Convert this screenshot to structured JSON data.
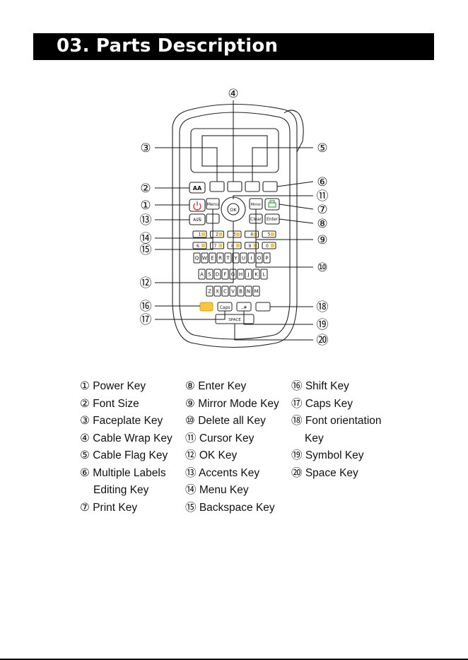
{
  "header": {
    "title": "03. Parts Description"
  },
  "callouts": [
    "①",
    "②",
    "③",
    "④",
    "⑤",
    "⑥",
    "⑦",
    "⑧",
    "⑨",
    "⑩",
    "⑪",
    "⑫",
    "⑬",
    "⑭",
    "⑮",
    "⑯",
    "⑰",
    "⑱",
    "⑲",
    "⑳"
  ],
  "keys": {
    "menu": "Menu",
    "ok": "OK",
    "mirror": "Mirror",
    "clear": "Clear",
    "enter": "Enter",
    "accents": "AšÑ",
    "font_size": "AA",
    "caps": "Caps",
    "symbol": ".,#",
    "space": "SPACE",
    "numbers": [
      "1",
      "2",
      "3",
      "4",
      "5",
      "6",
      "7",
      "8",
      "9",
      "0"
    ],
    "row_q": [
      "Q",
      "W",
      "E",
      "R",
      "T",
      "Y",
      "U",
      "I",
      "O",
      "P"
    ],
    "row_a": [
      "A",
      "S",
      "D",
      "F",
      "G",
      "H",
      "J",
      "K",
      "L"
    ],
    "row_z": [
      "Z",
      "X",
      "C",
      "V",
      "B",
      "N",
      "M"
    ]
  },
  "legend": {
    "col1": [
      {
        "num": "①",
        "label": "Power Key"
      },
      {
        "num": "②",
        "label": "Font Size"
      },
      {
        "num": "③",
        "label": "Faceplate Key"
      },
      {
        "num": "④",
        "label": "Cable Wrap Key"
      },
      {
        "num": "⑤",
        "label": "Cable Flag Key"
      },
      {
        "num": "⑥",
        "label": "Multiple Labels"
      },
      {
        "num": "",
        "label": "Editing Key"
      },
      {
        "num": "⑦",
        "label": "Print Key"
      }
    ],
    "col2": [
      {
        "num": "⑧",
        "label": "Enter Key"
      },
      {
        "num": "⑨",
        "label": "Mirror Mode Key"
      },
      {
        "num": "⑩",
        "label": "Delete all Key"
      },
      {
        "num": "⑪",
        "label": "Cursor Key"
      },
      {
        "num": "⑫",
        "label": "OK Key"
      },
      {
        "num": "⑬",
        "label": "Accents Key"
      },
      {
        "num": "⑭",
        "label": "Menu Key"
      },
      {
        "num": "⑮",
        "label": "Backspace Key"
      }
    ],
    "col3": [
      {
        "num": "⑯",
        "label": "Shift Key"
      },
      {
        "num": "⑰",
        "label": "Caps Key"
      },
      {
        "num": "⑱",
        "label": "Font orientation"
      },
      {
        "num": "",
        "label": "Key"
      },
      {
        "num": "⑲",
        "label": "Symbol Key"
      },
      {
        "num": "⑳",
        "label": "Space Key"
      }
    ]
  }
}
